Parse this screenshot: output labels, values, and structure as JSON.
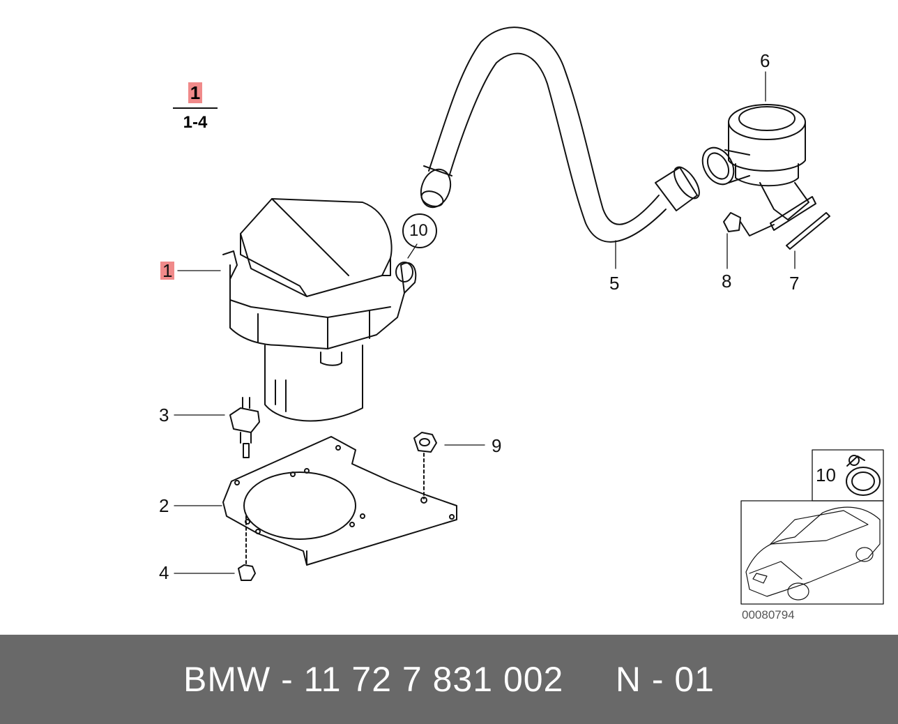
{
  "legend": {
    "fraction_top": "1",
    "fraction_bottom": "1-4"
  },
  "callouts": {
    "c1": "1",
    "c2": "2",
    "c3": "3",
    "c4": "4",
    "c5": "5",
    "c6": "6",
    "c7": "7",
    "c8": "8",
    "c9": "9",
    "c10": "10"
  },
  "inset": {
    "part_label": "10",
    "reference_code": "00080794"
  },
  "footer": {
    "text": "BMW - 11 72 7 831 002     N - 01"
  },
  "colors": {
    "highlight": "#f08a8a",
    "footer_bg": "#696969",
    "line": "#111111"
  }
}
